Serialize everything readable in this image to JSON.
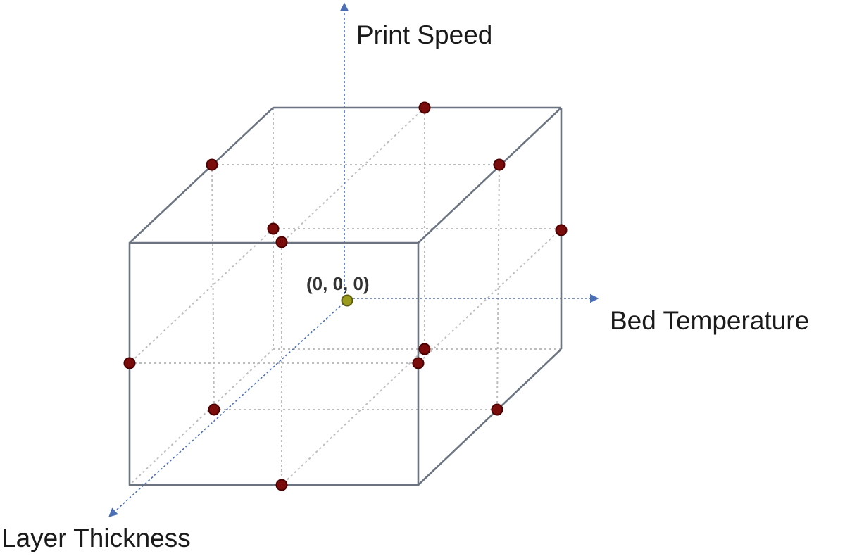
{
  "axes": {
    "vertical": "Print Speed",
    "horizontal": "Bed Temperature",
    "depth": "Layer Thickness"
  },
  "origin": {
    "label": "(0, 0, 0)"
  },
  "colors": {
    "edge": "#6b7480",
    "grid": "#bdbdbd",
    "axis": "#4a6fb5",
    "design_point_fill": "#7a0c0c",
    "design_point_stroke": "#4d0000",
    "center_point_fill": "#9a9a1c",
    "center_point_stroke": "#5e5e10"
  }
}
